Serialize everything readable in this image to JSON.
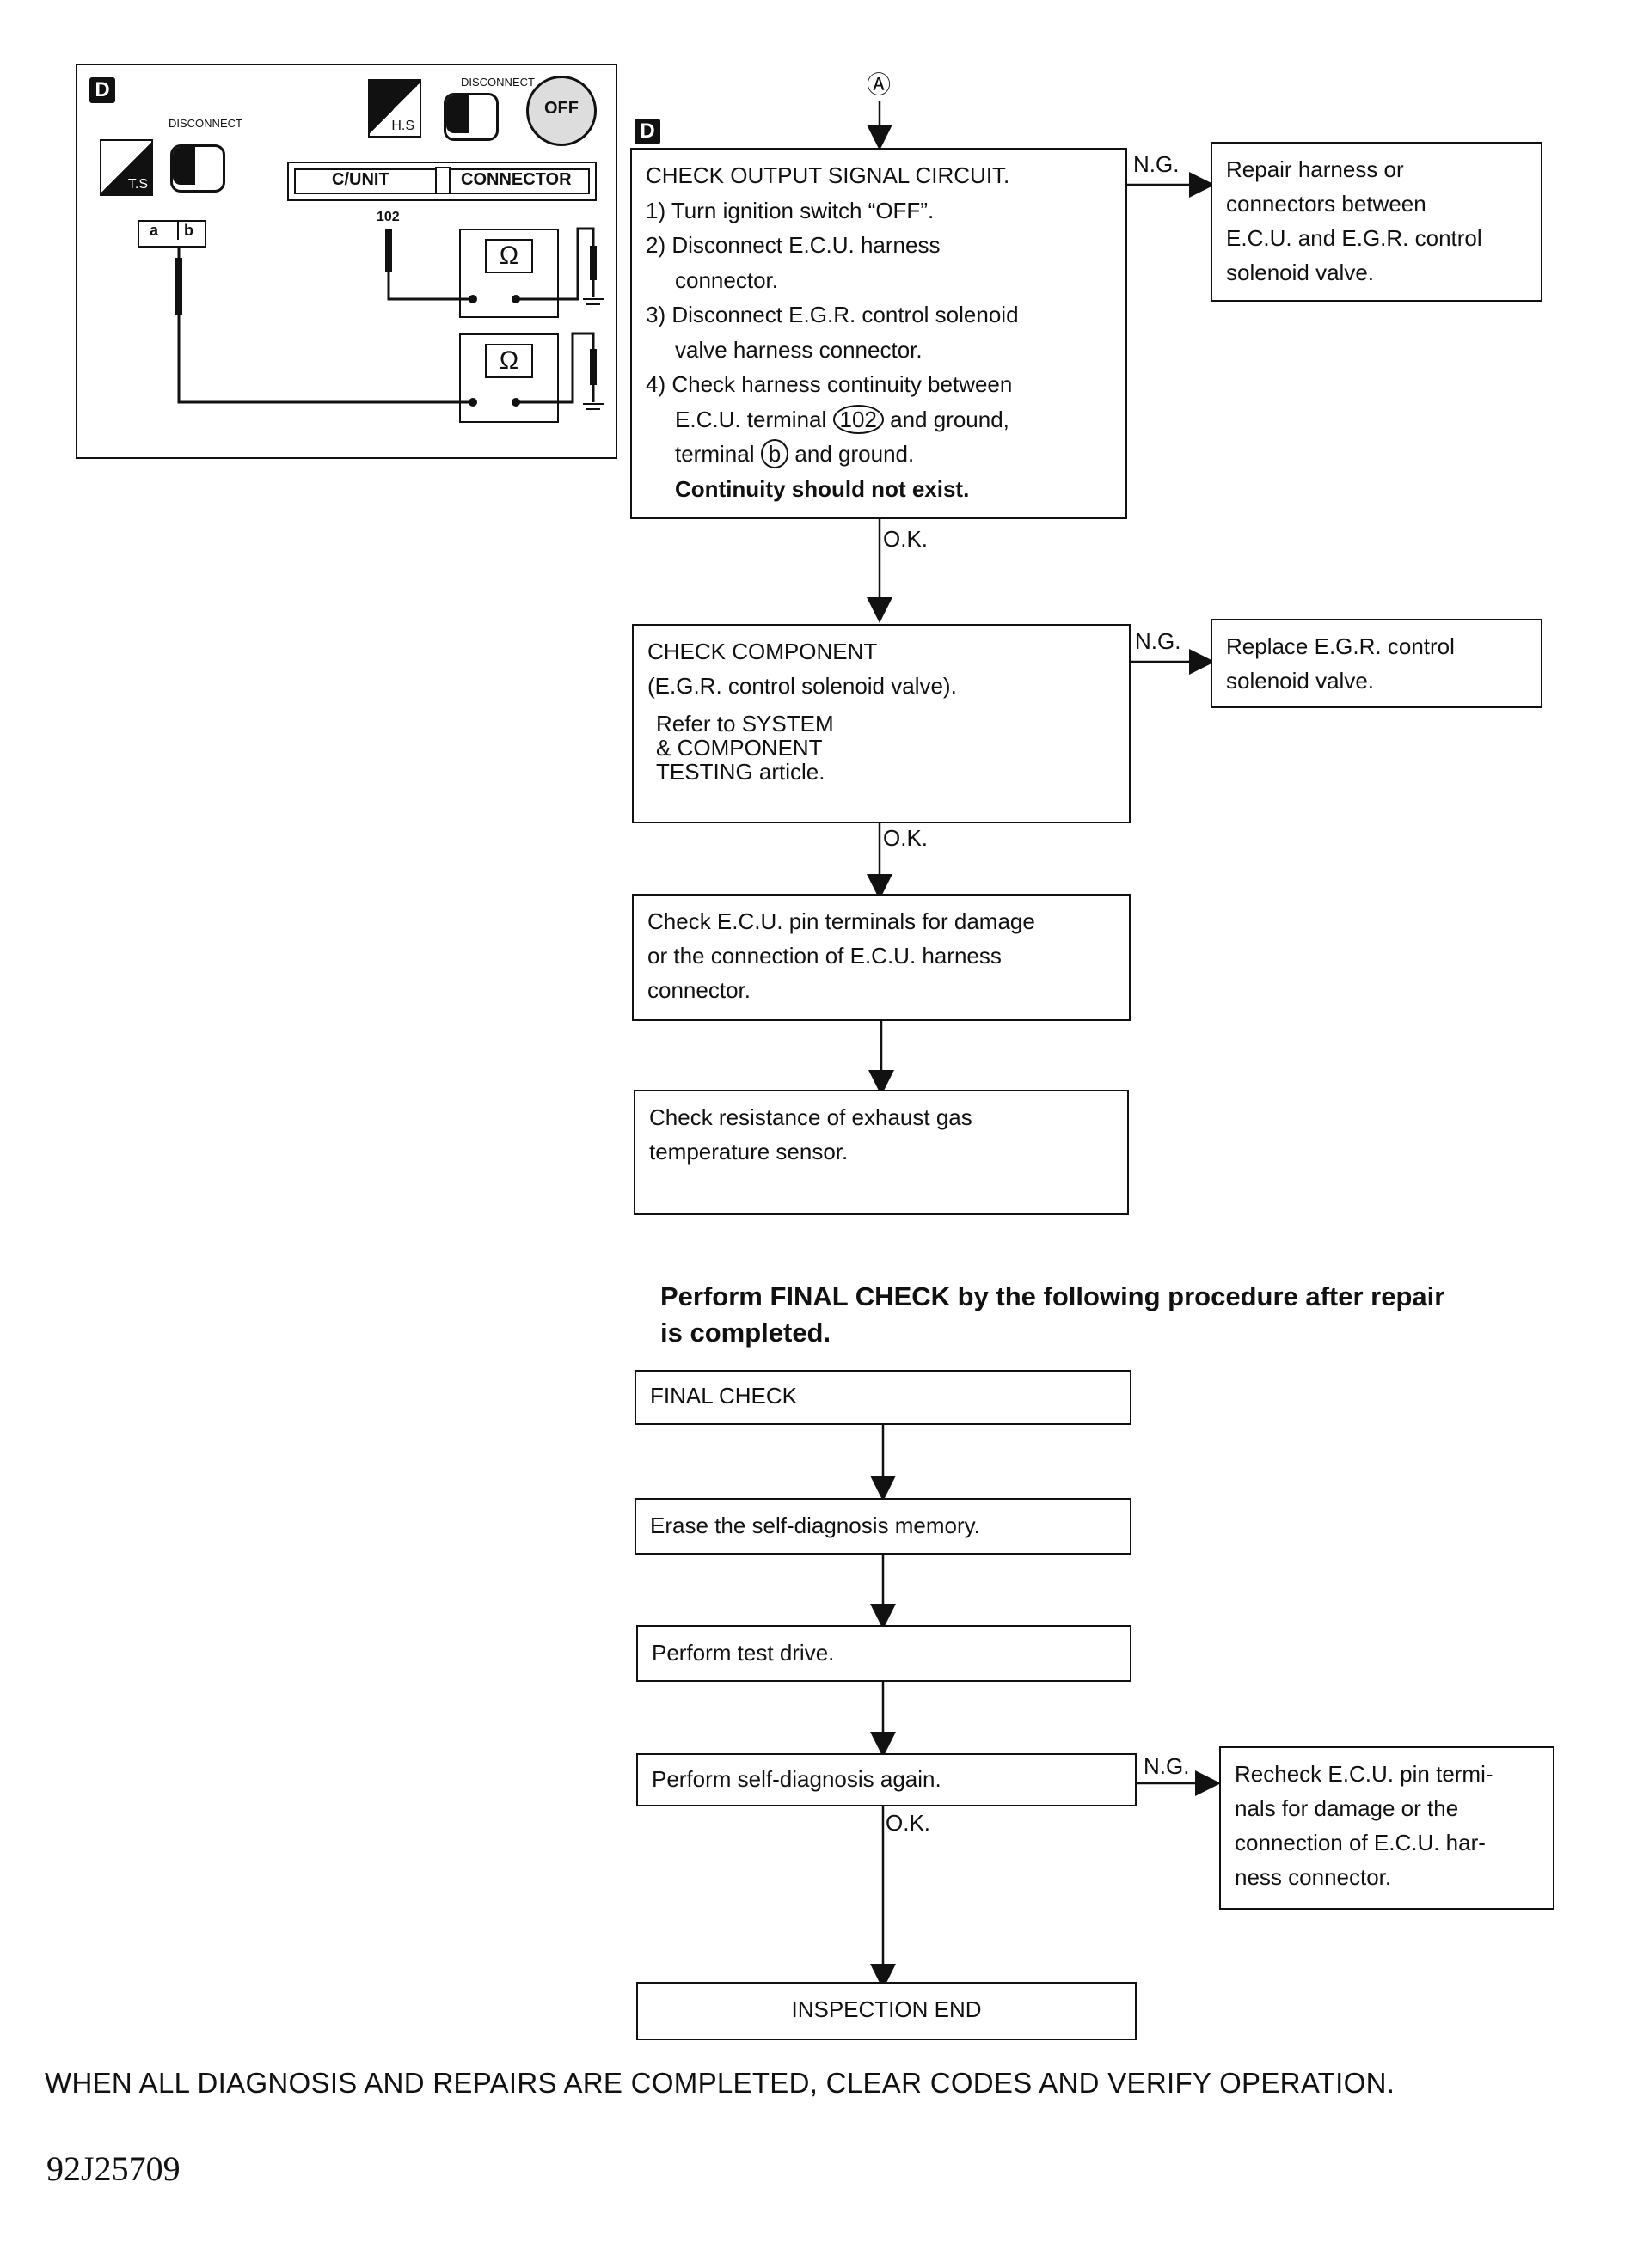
{
  "connector_label": "Ⓐ",
  "step_tag": "D",
  "illustration": {
    "tag": "D",
    "disconnect_left": "DISCONNECT",
    "disconnect_right": "DISCONNECT",
    "ts_label": "T.S",
    "hs_label": "H.S",
    "off_label": "OFF",
    "cunit_label": "C/UNIT",
    "connector_label": "CONNECTOR",
    "terminal_102": "102",
    "terminal_a": "a",
    "terminal_b": "b",
    "ohm_symbol": "Ω"
  },
  "step1": {
    "title": "CHECK OUTPUT SIGNAL CIRCUIT.",
    "l1": "1) Turn ignition switch “OFF”.",
    "l2a": "2) Disconnect E.C.U. harness",
    "l2b": "connector.",
    "l3a": "3) Disconnect E.G.R. control solenoid",
    "l3b": "valve harness connector.",
    "l4a": "4) Check harness continuity between",
    "l4b_pre": "E.C.U. terminal",
    "l4b_num": "102",
    "l4b_post": "and ground,",
    "l4c_pre": "terminal",
    "l4c_sym": "b",
    "l4c_post": "and ground.",
    "l5": "Continuity should not exist."
  },
  "step1_ng": {
    "label": "N.G.",
    "l1": "Repair harness or",
    "l2": "connectors between",
    "l3": "E.C.U. and E.G.R. control",
    "l4": "solenoid valve."
  },
  "ok1": "O.K.",
  "step2": {
    "l1": "CHECK COMPONENT",
    "l2": "(E.G.R. control solenoid valve).",
    "l3": "Refer to SYSTEM",
    "l4": "& COMPONENT",
    "l5": "TESTING article."
  },
  "step2_ng": {
    "label": "N.G.",
    "l1": "Replace E.G.R. control",
    "l2": "solenoid valve."
  },
  "ok2": "O.K.",
  "step3": {
    "l1": "Check E.C.U. pin terminals for damage",
    "l2": "or the connection of E.C.U. harness",
    "l3": "connector."
  },
  "step4": {
    "l1": "Check resistance of exhaust gas",
    "l2": "temperature sensor."
  },
  "final_heading": {
    "l1": "Perform FINAL CHECK by the following procedure after repair",
    "l2": "is completed."
  },
  "final": {
    "f1": "FINAL CHECK",
    "f2": "Erase the self-diagnosis memory.",
    "f3": "Perform test drive.",
    "f4": "Perform self-diagnosis again.",
    "f4_ng_label": "N.G.",
    "f4_ng_l1": "Recheck E.C.U. pin termi-",
    "f4_ng_l2": "nals for damage or the",
    "f4_ng_l3": "connection of E.C.U. har-",
    "f4_ng_l4": "ness connector.",
    "ok": "O.K.",
    "end": "INSPECTION END"
  },
  "footer": "WHEN ALL DIAGNOSIS AND REPAIRS ARE COMPLETED, CLEAR CODES AND VERIFY OPERATION.",
  "doc_id": "92J25709"
}
